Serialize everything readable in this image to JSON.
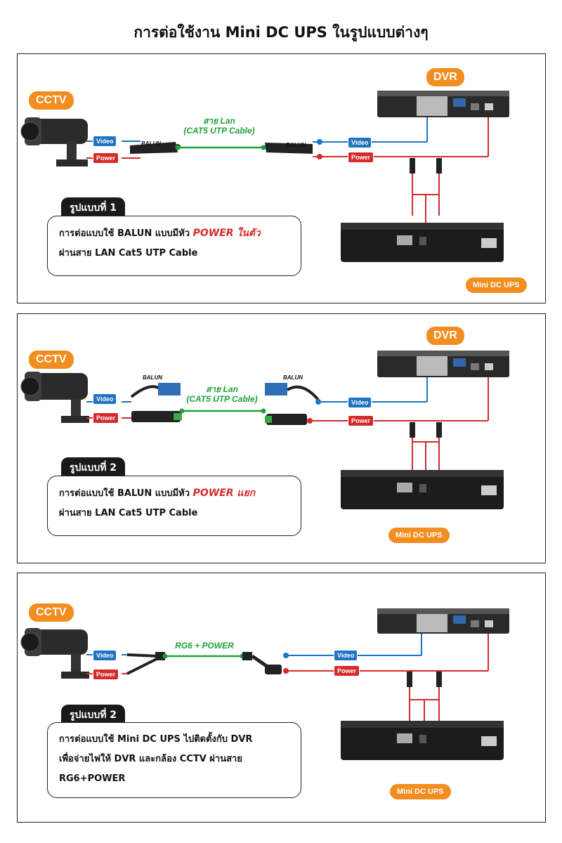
{
  "title": "การต่อใช้งาน Mini DC UPS ในรูปแบบต่างๆ",
  "labels": {
    "cctv": "CCTV",
    "dvr": "DVR",
    "mini_ups": "Mini DC UPS",
    "video": "Video",
    "power": "Power",
    "balun": "BALUN"
  },
  "panels": [
    {
      "tab": "รูปแบบที่ 1",
      "cable_line1": "สาย Lan",
      "cable_line2": "(CAT5 UTP Cable)",
      "desc_line1": "การต่อแบบใช้ BALUN แบบมีหัว ",
      "desc_highlight": "POWER ในตัว",
      "desc_line2": "ผ่านสาย LAN Cat5 UTP Cable"
    },
    {
      "tab": "รูปแบบที่ 2",
      "cable_line1": "สาย Lan",
      "cable_line2": "(CAT5 UTP Cable)",
      "desc_line1": "การต่อแบบใช้ BALUN แบบมีหัว ",
      "desc_highlight": "POWER แยก",
      "desc_line2": "ผ่านสาย LAN Cat5 UTP Cable"
    },
    {
      "tab": "รูปแบบที่ 2",
      "cable_line1": "RG6 + POWER",
      "desc_line1": "การต่อแบบใช้ Mini DC UPS ไปติดตั้งกับ DVR",
      "desc_line2": "เพื่อจ่ายไฟให้ DVR และกล้อง CCTV ผ่านสาย",
      "desc_line3": "RG6+POWER"
    }
  ],
  "colors": {
    "orange": "#f28d1f",
    "video_blue": "#1f73c2",
    "power_red": "#d62a2a",
    "lan_green": "#1ea23a"
  }
}
